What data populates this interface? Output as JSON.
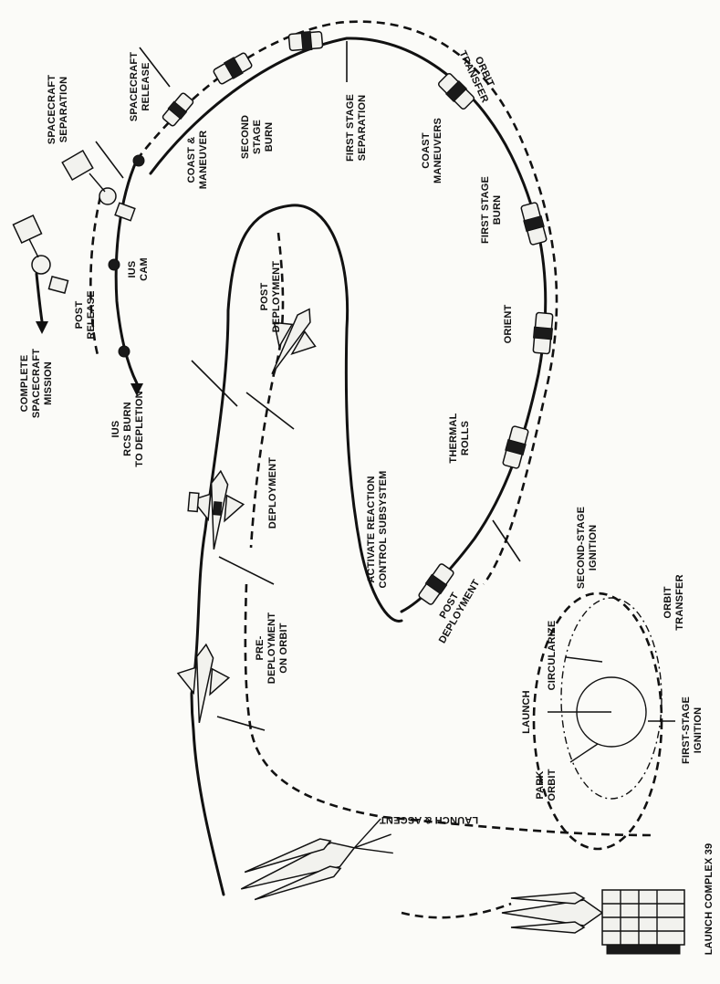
{
  "labels": {
    "spacecraft_separation": [
      "SPACECRAFT",
      "SEPARATION"
    ],
    "spacecraft_release": [
      "SPACECRAFT",
      "RELEASE"
    ],
    "coast_maneuver": [
      "COAST &",
      "MANEUVER"
    ],
    "second_stage_burn": [
      "SECOND",
      "STAGE",
      "BURN"
    ],
    "first_stage_separation": [
      "FIRST STAGE",
      "SEPARATION"
    ],
    "orbit_transfer": [
      "ORBIT",
      "TRANSFER"
    ],
    "coast_maneuvers": [
      "COAST",
      "MANEUVERS"
    ],
    "first_stage_burn": [
      "FIRST STAGE",
      "BURN"
    ],
    "orient": [
      "ORIENT"
    ],
    "thermal_rolls": [
      "THERMAL",
      "ROLLS"
    ],
    "post_deployment_right": [
      "POST",
      "DEPLOYMENT"
    ],
    "activate_rcs": [
      "ACTIVATE REACTION",
      "CONTROL SUBSYSTEM"
    ],
    "post_deployment_inner": [
      "POST",
      "DEPLOYMENT"
    ],
    "deployment": [
      "DEPLOYMENT"
    ],
    "pre_deployment": [
      "PRE-",
      "DEPLOYMENT",
      "ON ORBIT"
    ],
    "launch_ascent": [
      "LAUNCH & ASCENT"
    ],
    "post_release": [
      "POST",
      "RELEASE"
    ],
    "ius_cam": [
      "IUS",
      "CAM"
    ],
    "complete_mission": [
      "COMPLETE",
      "SPACECRAFT",
      "MISSION"
    ],
    "ius_rcs_burn": [
      "IUS",
      "RCS BURN",
      "TO DEPLETION"
    ],
    "launch_complex": [
      "LAUNCH COMPLEX 39"
    ],
    "inset_second_stage_ignition": [
      "SECOND-STAGE",
      "IGNITION"
    ],
    "inset_orbit_transfer": [
      "ORBIT",
      "TRANSFER"
    ],
    "inset_circularize": [
      "CIRCULARIZE"
    ],
    "inset_launch": [
      "LAUNCH"
    ],
    "inset_park_orbit": [
      "PARK",
      "ORBIT"
    ],
    "inset_first_stage_ignition": [
      "FIRST-STAGE",
      "IGNITION"
    ]
  }
}
